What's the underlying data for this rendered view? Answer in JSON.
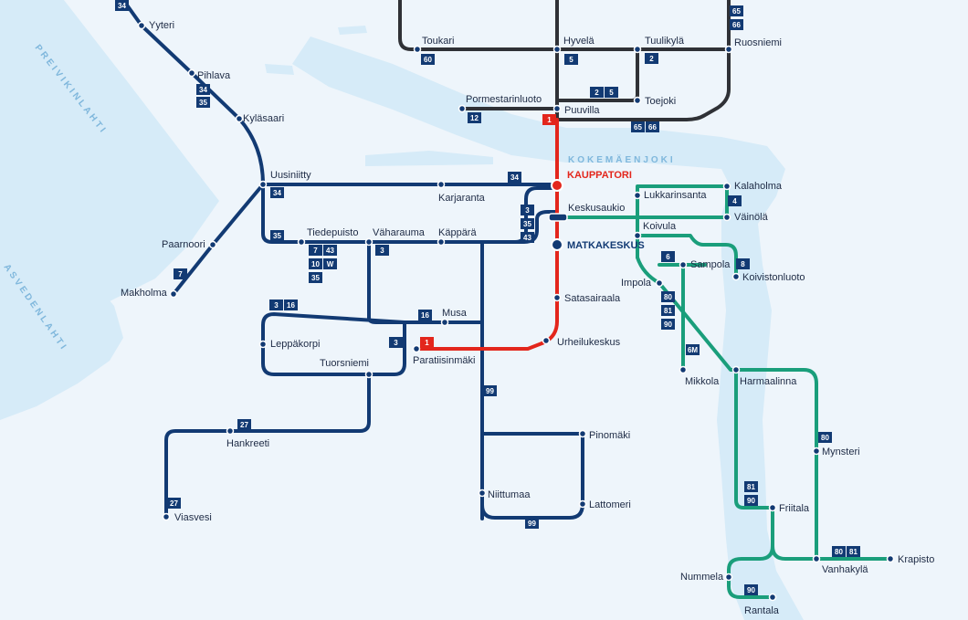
{
  "colors": {
    "background": "#eef5fb",
    "water": "#d6ebf8",
    "dark_line": "#2f3136",
    "blue_line": "#123a73",
    "red_line": "#e3261c",
    "green_line": "#1a9e7b",
    "badge_blue": "#123a73",
    "badge_red": "#e3261c",
    "hub_red_label": "#e3261c",
    "hub_blue_label": "#123a73",
    "water_label": "#7fb7dc"
  },
  "water_labels": [
    {
      "name": "preivikinlahti",
      "text": "PREIVIKINLAHTI"
    },
    {
      "name": "kokemaenjoki",
      "text": "KOKEMÄENJOKI"
    },
    {
      "name": "asvedenlahti",
      "text": "ASVEDENLAHTI"
    }
  ],
  "hubs": [
    {
      "name": "kauppatori",
      "text": "KAUPPATORI",
      "color": "#e3261c"
    },
    {
      "name": "matkakeskus",
      "text": "MATKAKESKUS",
      "color": "#123a73"
    }
  ],
  "stops": [
    {
      "name": "yyteri",
      "text": "Yyteri"
    },
    {
      "name": "pihlava",
      "text": "Pihlava"
    },
    {
      "name": "kylasaari",
      "text": "Kyläsaari"
    },
    {
      "name": "uusiniitty",
      "text": "Uusiniitty"
    },
    {
      "name": "karjaranta",
      "text": "Karjaranta"
    },
    {
      "name": "paarnoori",
      "text": "Paarnoori"
    },
    {
      "name": "makholma",
      "text": "Makholma"
    },
    {
      "name": "tiedepuisto",
      "text": "Tiedepuisto"
    },
    {
      "name": "vaharauma",
      "text": "Väharauma"
    },
    {
      "name": "kappara",
      "text": "Käppärä"
    },
    {
      "name": "leppakorpi",
      "text": "Leppäkorpi"
    },
    {
      "name": "musa",
      "text": "Musa"
    },
    {
      "name": "tuorsniemi",
      "text": "Tuorsniemi"
    },
    {
      "name": "paratiisinmaki",
      "text": "Paratiisinmäki"
    },
    {
      "name": "hankreeti",
      "text": "Hankreeti"
    },
    {
      "name": "viasvesi",
      "text": "Viasvesi"
    },
    {
      "name": "toukari",
      "text": "Toukari"
    },
    {
      "name": "hyvela",
      "text": "Hyvelä"
    },
    {
      "name": "tuulikyla",
      "text": "Tuulikylä"
    },
    {
      "name": "ruosniemi",
      "text": "Ruosniemi"
    },
    {
      "name": "pormestarinluoto",
      "text": "Pormestarinluoto"
    },
    {
      "name": "puuvilla",
      "text": "Puuvilla"
    },
    {
      "name": "toejoki",
      "text": "Toejoki"
    },
    {
      "name": "keskusaukio",
      "text": "Keskusaukio"
    },
    {
      "name": "satasairaala",
      "text": "Satasairaala"
    },
    {
      "name": "urheilukeskus",
      "text": "Urheilukeskus"
    },
    {
      "name": "lukkarinsanta",
      "text": "Lukkarinsanta"
    },
    {
      "name": "kalaholma",
      "text": "Kalaholma"
    },
    {
      "name": "vainola",
      "text": "Väinölä"
    },
    {
      "name": "koivula",
      "text": "Koivula"
    },
    {
      "name": "sampola",
      "text": "Sampola"
    },
    {
      "name": "koivistonluoto",
      "text": "Koivistonluoto"
    },
    {
      "name": "impola",
      "text": "Impola"
    },
    {
      "name": "mikkola",
      "text": "Mikkola"
    },
    {
      "name": "harmaalinna",
      "text": "Harmaalinna"
    },
    {
      "name": "mynsteri",
      "text": "Mynsteri"
    },
    {
      "name": "friitala",
      "text": "Friitala"
    },
    {
      "name": "pinomaki",
      "text": "Pinomäki"
    },
    {
      "name": "niittumaa",
      "text": "Niittumaa"
    },
    {
      "name": "lattomeri",
      "text": "Lattomeri"
    },
    {
      "name": "nummela",
      "text": "Nummela"
    },
    {
      "name": "rantala",
      "text": "Rantala"
    },
    {
      "name": "vanhakyla",
      "text": "Vanhakylä"
    },
    {
      "name": "krapisto",
      "text": "Krapisto"
    }
  ],
  "badges": [
    {
      "name": "route-34-yyteri",
      "text": "34",
      "color": "#123a73"
    },
    {
      "name": "route-34-pihlava",
      "text": "34",
      "color": "#123a73"
    },
    {
      "name": "route-35-pihlava",
      "text": "35",
      "color": "#123a73"
    },
    {
      "name": "route-34-uusiniitty",
      "text": "34",
      "color": "#123a73"
    },
    {
      "name": "route-34-kauppatori",
      "text": "34",
      "color": "#123a73"
    },
    {
      "name": "route-35-uusiniitty",
      "text": "35",
      "color": "#123a73"
    },
    {
      "name": "route-7-makholma",
      "text": "7",
      "color": "#123a73"
    },
    {
      "name": "route-7-tiedepuisto",
      "text": "7",
      "color": "#123a73"
    },
    {
      "name": "route-43-tiedepuisto",
      "text": "43",
      "color": "#123a73"
    },
    {
      "name": "route-10-tiedepuisto",
      "text": "10",
      "color": "#123a73"
    },
    {
      "name": "route-w-tiedepuisto",
      "text": "W",
      "color": "#123a73"
    },
    {
      "name": "route-35-tiedepuisto",
      "text": "35",
      "color": "#123a73"
    },
    {
      "name": "route-3-vaharauma",
      "text": "3",
      "color": "#123a73"
    },
    {
      "name": "route-3-keskus",
      "text": "3",
      "color": "#123a73"
    },
    {
      "name": "route-35-keskus",
      "text": "35",
      "color": "#123a73"
    },
    {
      "name": "route-43-keskus",
      "text": "43",
      "color": "#123a73"
    },
    {
      "name": "route-3-leppakorpi",
      "text": "3",
      "color": "#123a73"
    },
    {
      "name": "route-16-leppakorpi",
      "text": "16",
      "color": "#123a73"
    },
    {
      "name": "route-16-musa",
      "text": "16",
      "color": "#123a73"
    },
    {
      "name": "route-3-tuorsniemi",
      "text": "3",
      "color": "#123a73"
    },
    {
      "name": "route-1-paratiisinmaki",
      "text": "1",
      "color": "#e3261c"
    },
    {
      "name": "route-27-hankreeti",
      "text": "27",
      "color": "#123a73"
    },
    {
      "name": "route-27-viasvesi",
      "text": "27",
      "color": "#123a73"
    },
    {
      "name": "route-99-kappara",
      "text": "99",
      "color": "#123a73"
    },
    {
      "name": "route-99-bottom",
      "text": "99",
      "color": "#123a73"
    },
    {
      "name": "route-60-toukari",
      "text": "60",
      "color": "#123a73"
    },
    {
      "name": "route-5-hyvela",
      "text": "5",
      "color": "#123a73"
    },
    {
      "name": "route-2-tuulikyla",
      "text": "2",
      "color": "#123a73"
    },
    {
      "name": "route-65-ruosniemi",
      "text": "65",
      "color": "#123a73"
    },
    {
      "name": "route-66-ruosniemi",
      "text": "66",
      "color": "#123a73"
    },
    {
      "name": "route-12-pormestarinluoto",
      "text": "12",
      "color": "#123a73"
    },
    {
      "name": "route-2-toejoki",
      "text": "2",
      "color": "#123a73"
    },
    {
      "name": "route-5-toejoki",
      "text": "5",
      "color": "#123a73"
    },
    {
      "name": "route-1-puuvilla",
      "text": "1",
      "color": "#e3261c"
    },
    {
      "name": "route-65-puuvilla",
      "text": "65",
      "color": "#123a73"
    },
    {
      "name": "route-66-puuvilla",
      "text": "66",
      "color": "#123a73"
    },
    {
      "name": "route-4-kalaholma",
      "text": "4",
      "color": "#123a73"
    },
    {
      "name": "route-6-sampola",
      "text": "6",
      "color": "#123a73"
    },
    {
      "name": "route-8-koivistonluoto",
      "text": "8",
      "color": "#123a73"
    },
    {
      "name": "route-80-impola",
      "text": "80",
      "color": "#123a73"
    },
    {
      "name": "route-81-impola",
      "text": "81",
      "color": "#123a73"
    },
    {
      "name": "route-90-impola",
      "text": "90",
      "color": "#123a73"
    },
    {
      "name": "route-6m-mikkola",
      "text": "6M",
      "color": "#123a73"
    },
    {
      "name": "route-80-mynsteri",
      "text": "80",
      "color": "#123a73"
    },
    {
      "name": "route-81-friitala",
      "text": "81",
      "color": "#123a73"
    },
    {
      "name": "route-90-friitala",
      "text": "90",
      "color": "#123a73"
    },
    {
      "name": "route-80-vanhakyla",
      "text": "80",
      "color": "#123a73"
    },
    {
      "name": "route-81-vanhakyla",
      "text": "81",
      "color": "#123a73"
    },
    {
      "name": "route-90-rantala",
      "text": "90",
      "color": "#123a73"
    }
  ]
}
